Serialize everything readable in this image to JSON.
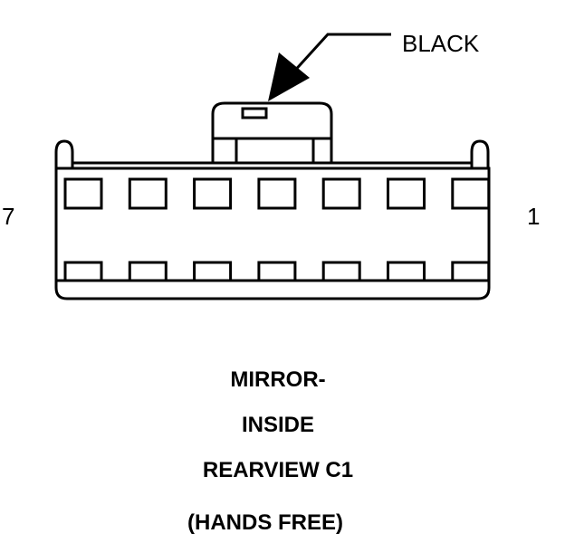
{
  "connector": {
    "wire_color_label": "BLACK",
    "pin_left_label": "7",
    "pin_right_label": "1",
    "cavities_per_row": 7,
    "rows": 2
  },
  "caption": {
    "line1": "MIRROR-",
    "line2": "INSIDE",
    "line3": "REARVIEW C1",
    "line4": "(HANDS FREE)"
  },
  "colors": {
    "ink": "#000000",
    "background": "#ffffff"
  }
}
